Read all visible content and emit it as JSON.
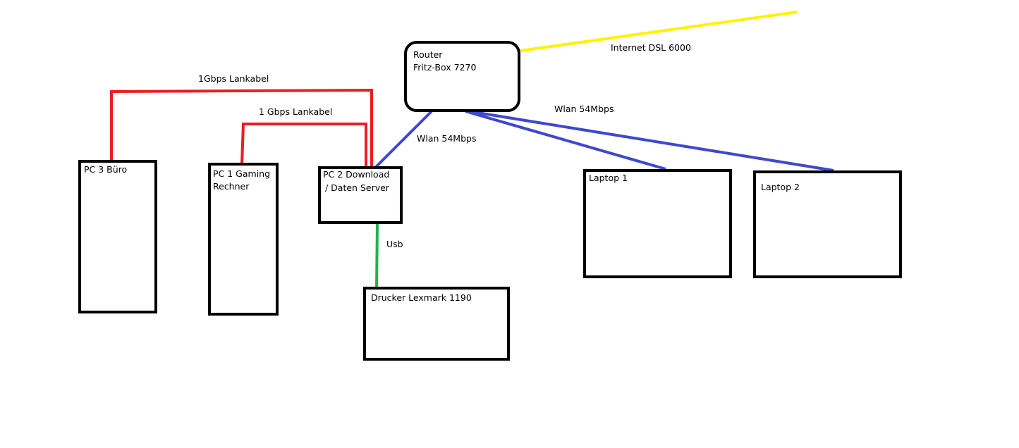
{
  "colors": {
    "lan": "#ed1c24",
    "wlan": "#3f48cc",
    "usb": "#22b14c",
    "internet": "#fff200",
    "box": "#000000"
  },
  "nodes": {
    "router": {
      "line1": "Router",
      "line2": "Fritz-Box 7270"
    },
    "pc3": {
      "line1": "PC 3 Büro"
    },
    "pc1": {
      "line1": "PC 1 Gaming",
      "line2": "Rechner"
    },
    "pc2": {
      "line1": "PC 2 Download",
      "line2": "/ Daten Server"
    },
    "laptop1": {
      "line1": "Laptop 1"
    },
    "laptop2": {
      "line1": "Laptop 2"
    },
    "printer": {
      "line1": "Drucker Lexmark 1190"
    }
  },
  "edges": {
    "internet": "Internet DSL 6000",
    "lan_pc3": "1Gbps Lankabel",
    "lan_pc1": "1 Gbps Lankabel",
    "wlan_pc2": "Wlan 54Mbps",
    "wlan_laptops": "Wlan 54Mbps",
    "usb": "Usb"
  }
}
